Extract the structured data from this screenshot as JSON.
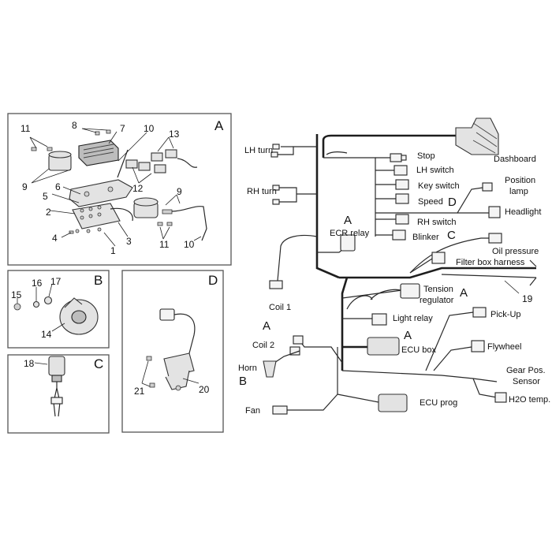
{
  "panels": {
    "A": {
      "letter": "A",
      "part_numbers": [
        "11",
        "8",
        "7",
        "10",
        "13",
        "9",
        "6",
        "5",
        "12",
        "2",
        "9",
        "4",
        "3",
        "1",
        "11",
        "10"
      ]
    },
    "B": {
      "letter": "B",
      "part_numbers": [
        "15",
        "16",
        "17",
        "14"
      ]
    },
    "C": {
      "letter": "C",
      "part_numbers": [
        "18"
      ]
    },
    "D": {
      "letter": "D",
      "part_numbers": [
        "21",
        "20"
      ]
    }
  },
  "harness": {
    "labels": {
      "lh_turn": "LH turn",
      "rh_turn": "RH turn",
      "stop": "Stop",
      "lh_switch": "LH switch",
      "key_switch": "Key switch",
      "speed": "Speed",
      "rh_switch": "RH switch",
      "blinker": "Blinker",
      "dashboard": "Dashboard",
      "position_lamp_1": "Position",
      "position_lamp_2": "lamp",
      "headlight": "Headlight",
      "ecr_relay": "ECR relay",
      "oil_pressure": "Oil pressure",
      "filter_box_harness": "Filter box harness",
      "coil_1": "Coil 1",
      "tension_regulator_1": "Tension",
      "tension_regulator_2": "regulator",
      "light_relay": "Light relay",
      "pick_up": "Pick-Up",
      "coil_2": "Coil 2",
      "ecu_box": "ECU box",
      "flywheel": "Flywheel",
      "horn": "Horn",
      "gear_pos_1": "Gear Pos.",
      "gear_pos_2": "Sensor",
      "fan": "Fan",
      "ecu_prog": "ECU prog",
      "h2o_temp": "H2O temp.",
      "part_19": "19"
    },
    "callouts": {
      "D_speed": "D",
      "C_blinker": "C",
      "A_ecr": "A",
      "A_tension": "A",
      "A_coil2": "A",
      "A_ecu": "A",
      "B_horn": "B"
    }
  }
}
